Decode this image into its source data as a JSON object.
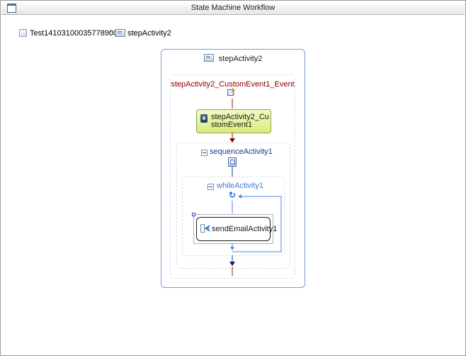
{
  "window": {
    "title": "State Machine Workflow"
  },
  "breadcrumb": {
    "root": "Test14103100035778900",
    "separator": ":",
    "current": "stepActivity2"
  },
  "state": {
    "title": "stepActivity2",
    "event_driven": {
      "title": "stepActivity2_CustomEvent1_Event",
      "handle_external_event": {
        "label": "stepActivity2_CustomEvent1"
      },
      "sequence": {
        "title": "sequenceActivity1",
        "while": {
          "title": "whileActivity1",
          "send_email": {
            "label": "sendEmailActivity1"
          }
        }
      }
    }
  },
  "colors": {
    "border_blue": "#7b9ccd",
    "event_title": "#8b0000",
    "sequence_title": "#1c3a8a",
    "while_title": "#3b7bd6",
    "connector_red": "#9b1b1b",
    "connector_blue": "#4a86e8",
    "activity_fill": "#d9eb7c"
  },
  "icons": {
    "window": "window-icon",
    "state": "state-icon",
    "event": "event-driven-icon",
    "handler": "handle-external-event-icon",
    "sequence": "sequence-icon",
    "loop": "while-loop-icon",
    "send": "send-email-icon"
  }
}
